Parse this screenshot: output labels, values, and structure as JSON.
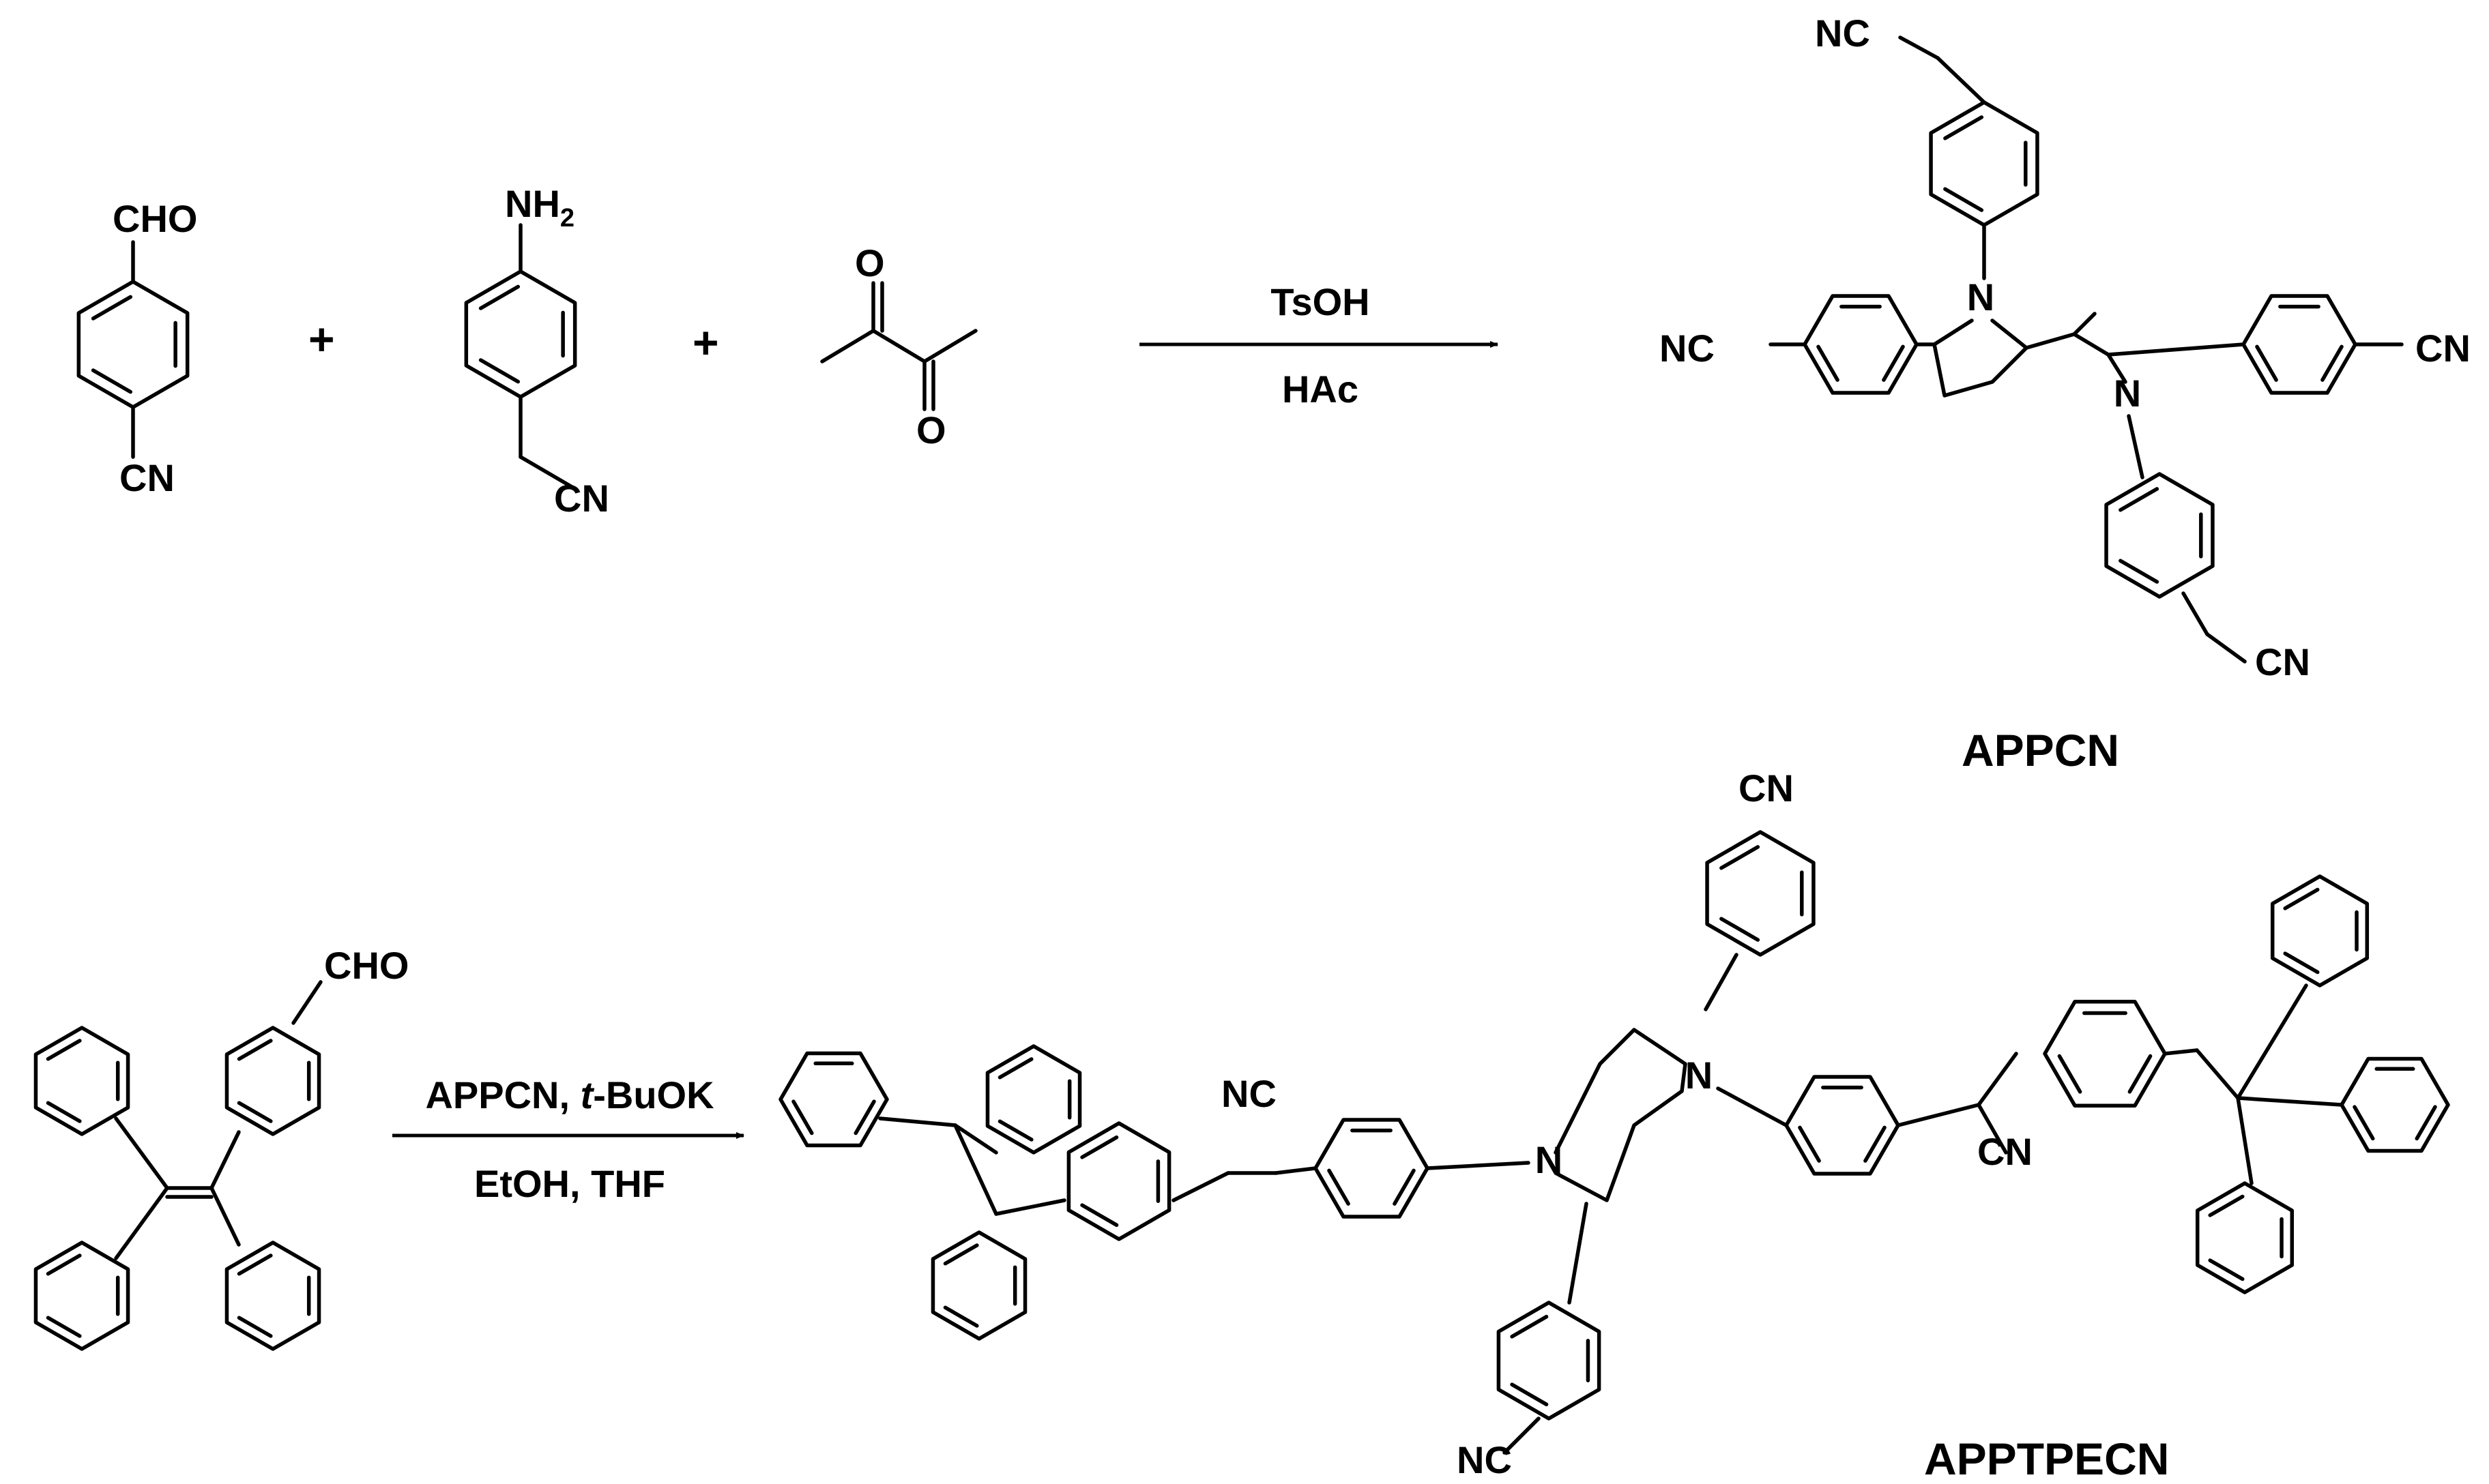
{
  "reaction1": {
    "reactant1_substituents": [
      "CHO",
      "CN"
    ],
    "reactant2_substituents": [
      "NH",
      "2",
      "CN"
    ],
    "reactant3_atoms": [
      "O",
      "O"
    ],
    "plus_signs": [
      "+",
      "+"
    ],
    "conditions_above": "TsOH",
    "conditions_below": "HAc",
    "product_name": "APPCN",
    "product_labels": {
      "nc_top": "NC",
      "nc_left": "NC",
      "cn_right": "CN",
      "cn_bottom": "CN",
      "n_top": "N",
      "n_bottom": "N"
    }
  },
  "reaction2": {
    "reactant_substituent": "CHO",
    "conditions_above_prefix": "APPCN, ",
    "conditions_above_italic": "t",
    "conditions_above_suffix": "-BuOK",
    "conditions_below": "EtOH, THF",
    "product_name": "APPTPECN",
    "product_labels": {
      "nc_left": "NC",
      "cn_right": "CN",
      "cn_top": "CN",
      "nc_bottom": "NC",
      "n_left": "N",
      "n_right": "N"
    }
  }
}
